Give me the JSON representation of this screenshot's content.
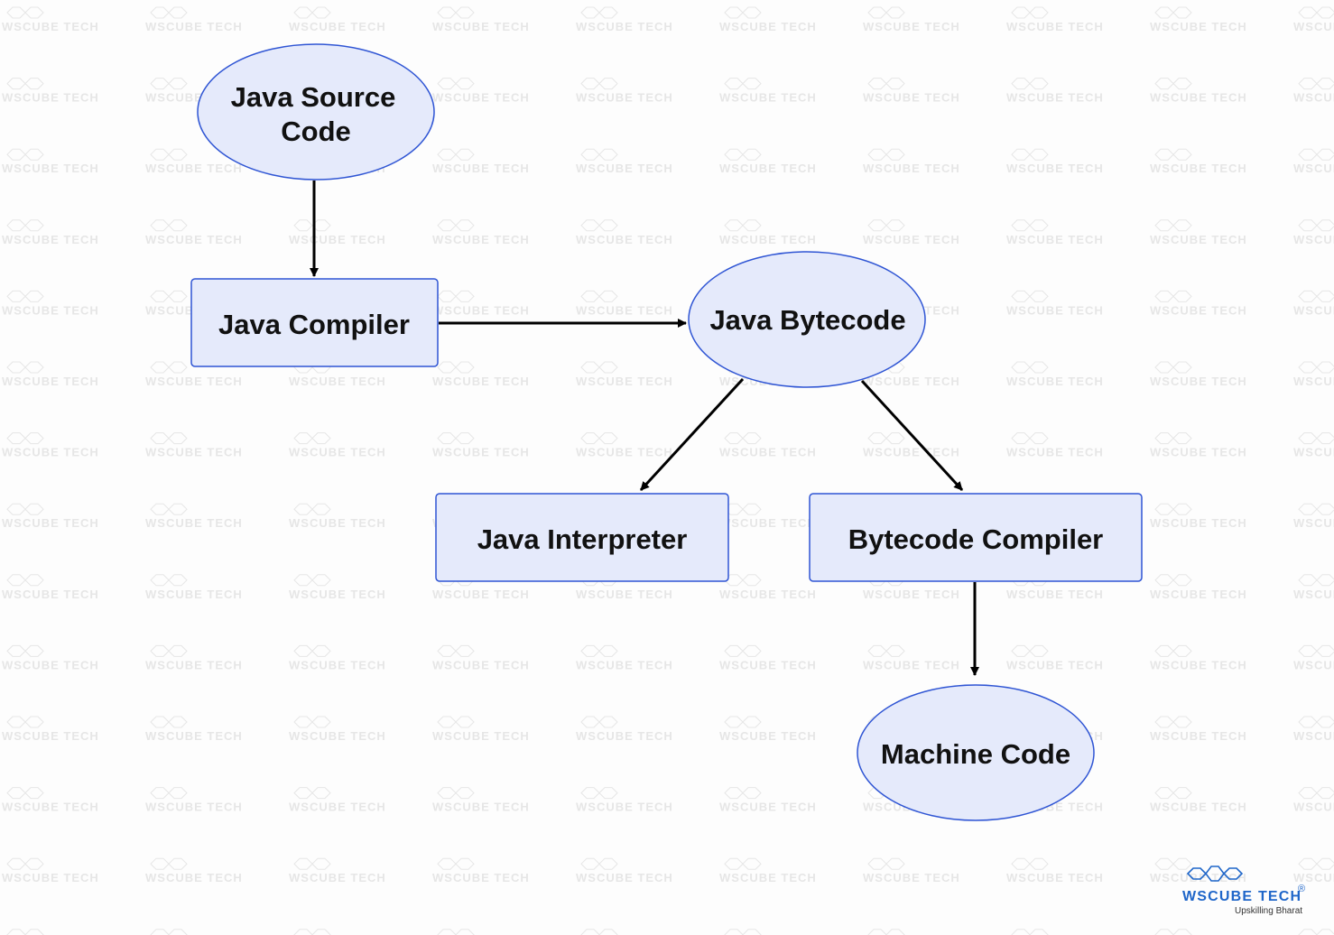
{
  "diagram": {
    "nodes": {
      "java_source_code": {
        "line1": "Java Source",
        "line2": "Code"
      },
      "java_compiler": {
        "label": "Java Compiler"
      },
      "java_bytecode": {
        "label": "Java Bytecode"
      },
      "java_interpreter": {
        "label": "Java Interpreter"
      },
      "bytecode_compiler": {
        "label": "Bytecode Compiler"
      },
      "machine_code": {
        "label": "Machine Code"
      }
    }
  },
  "colors": {
    "node_fill": "#e5eafb",
    "node_stroke": "#2f55d4",
    "arrow": "#000000",
    "watermark": "#e6e6e6",
    "brand_blue": "#1f66c9"
  },
  "branding": {
    "logo_name": "WsCube Tech",
    "logo_tagline": "Upskilling Bharat",
    "registered_mark": "®",
    "watermark_text": "WsCube Tech"
  }
}
